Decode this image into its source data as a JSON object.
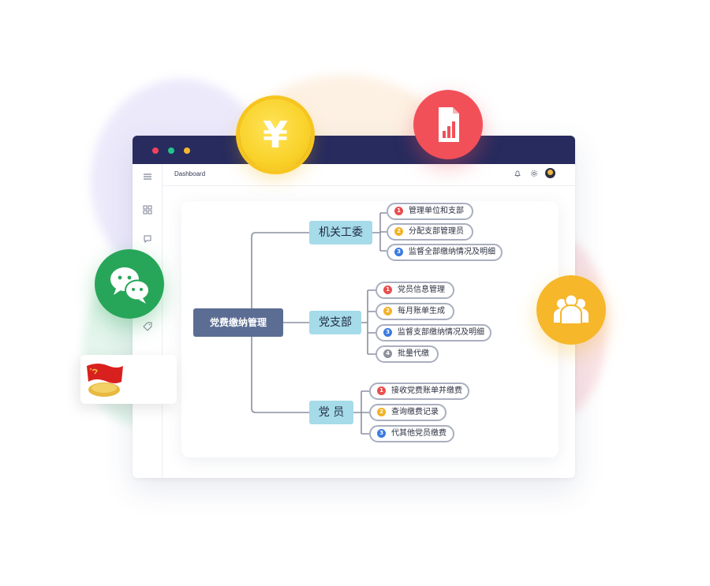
{
  "window": {
    "title": "Dashboard"
  },
  "mindmap": {
    "root": "党费缴纳管理",
    "branches": [
      {
        "label": "机关工委",
        "items": [
          {
            "num": "1",
            "label": "管理单位和支部"
          },
          {
            "num": "2",
            "label": "分配支部管理员"
          },
          {
            "num": "3",
            "label": "监督全部缴纳情况及明细"
          }
        ]
      },
      {
        "label": "党支部",
        "items": [
          {
            "num": "1",
            "label": "党员信息管理"
          },
          {
            "num": "2",
            "label": "每月账单生成"
          },
          {
            "num": "3",
            "label": "监督支部缴纳情况及明细"
          },
          {
            "num": "4",
            "label": "批量代缴"
          }
        ]
      },
      {
        "label": "党 员",
        "items": [
          {
            "num": "1",
            "label": "接收党费账单并缴费"
          },
          {
            "num": "2",
            "label": "查询缴费记录"
          },
          {
            "num": "3",
            "label": "代其他党员缴费"
          }
        ]
      }
    ]
  },
  "decor": {
    "coin_symbol": "¥",
    "icons": [
      "yen-coin-icon",
      "document-chart-icon",
      "wechat-icon",
      "people-group-icon",
      "party-badge-icon"
    ]
  },
  "colors": {
    "titlebar": "#272b5e",
    "root_node": "#5b6d93",
    "branch_node": "#a6dbe9",
    "num_red": "#e94e4e",
    "num_orange": "#f2b124",
    "num_blue": "#3b7ae0",
    "num_gray": "#8d919c"
  }
}
